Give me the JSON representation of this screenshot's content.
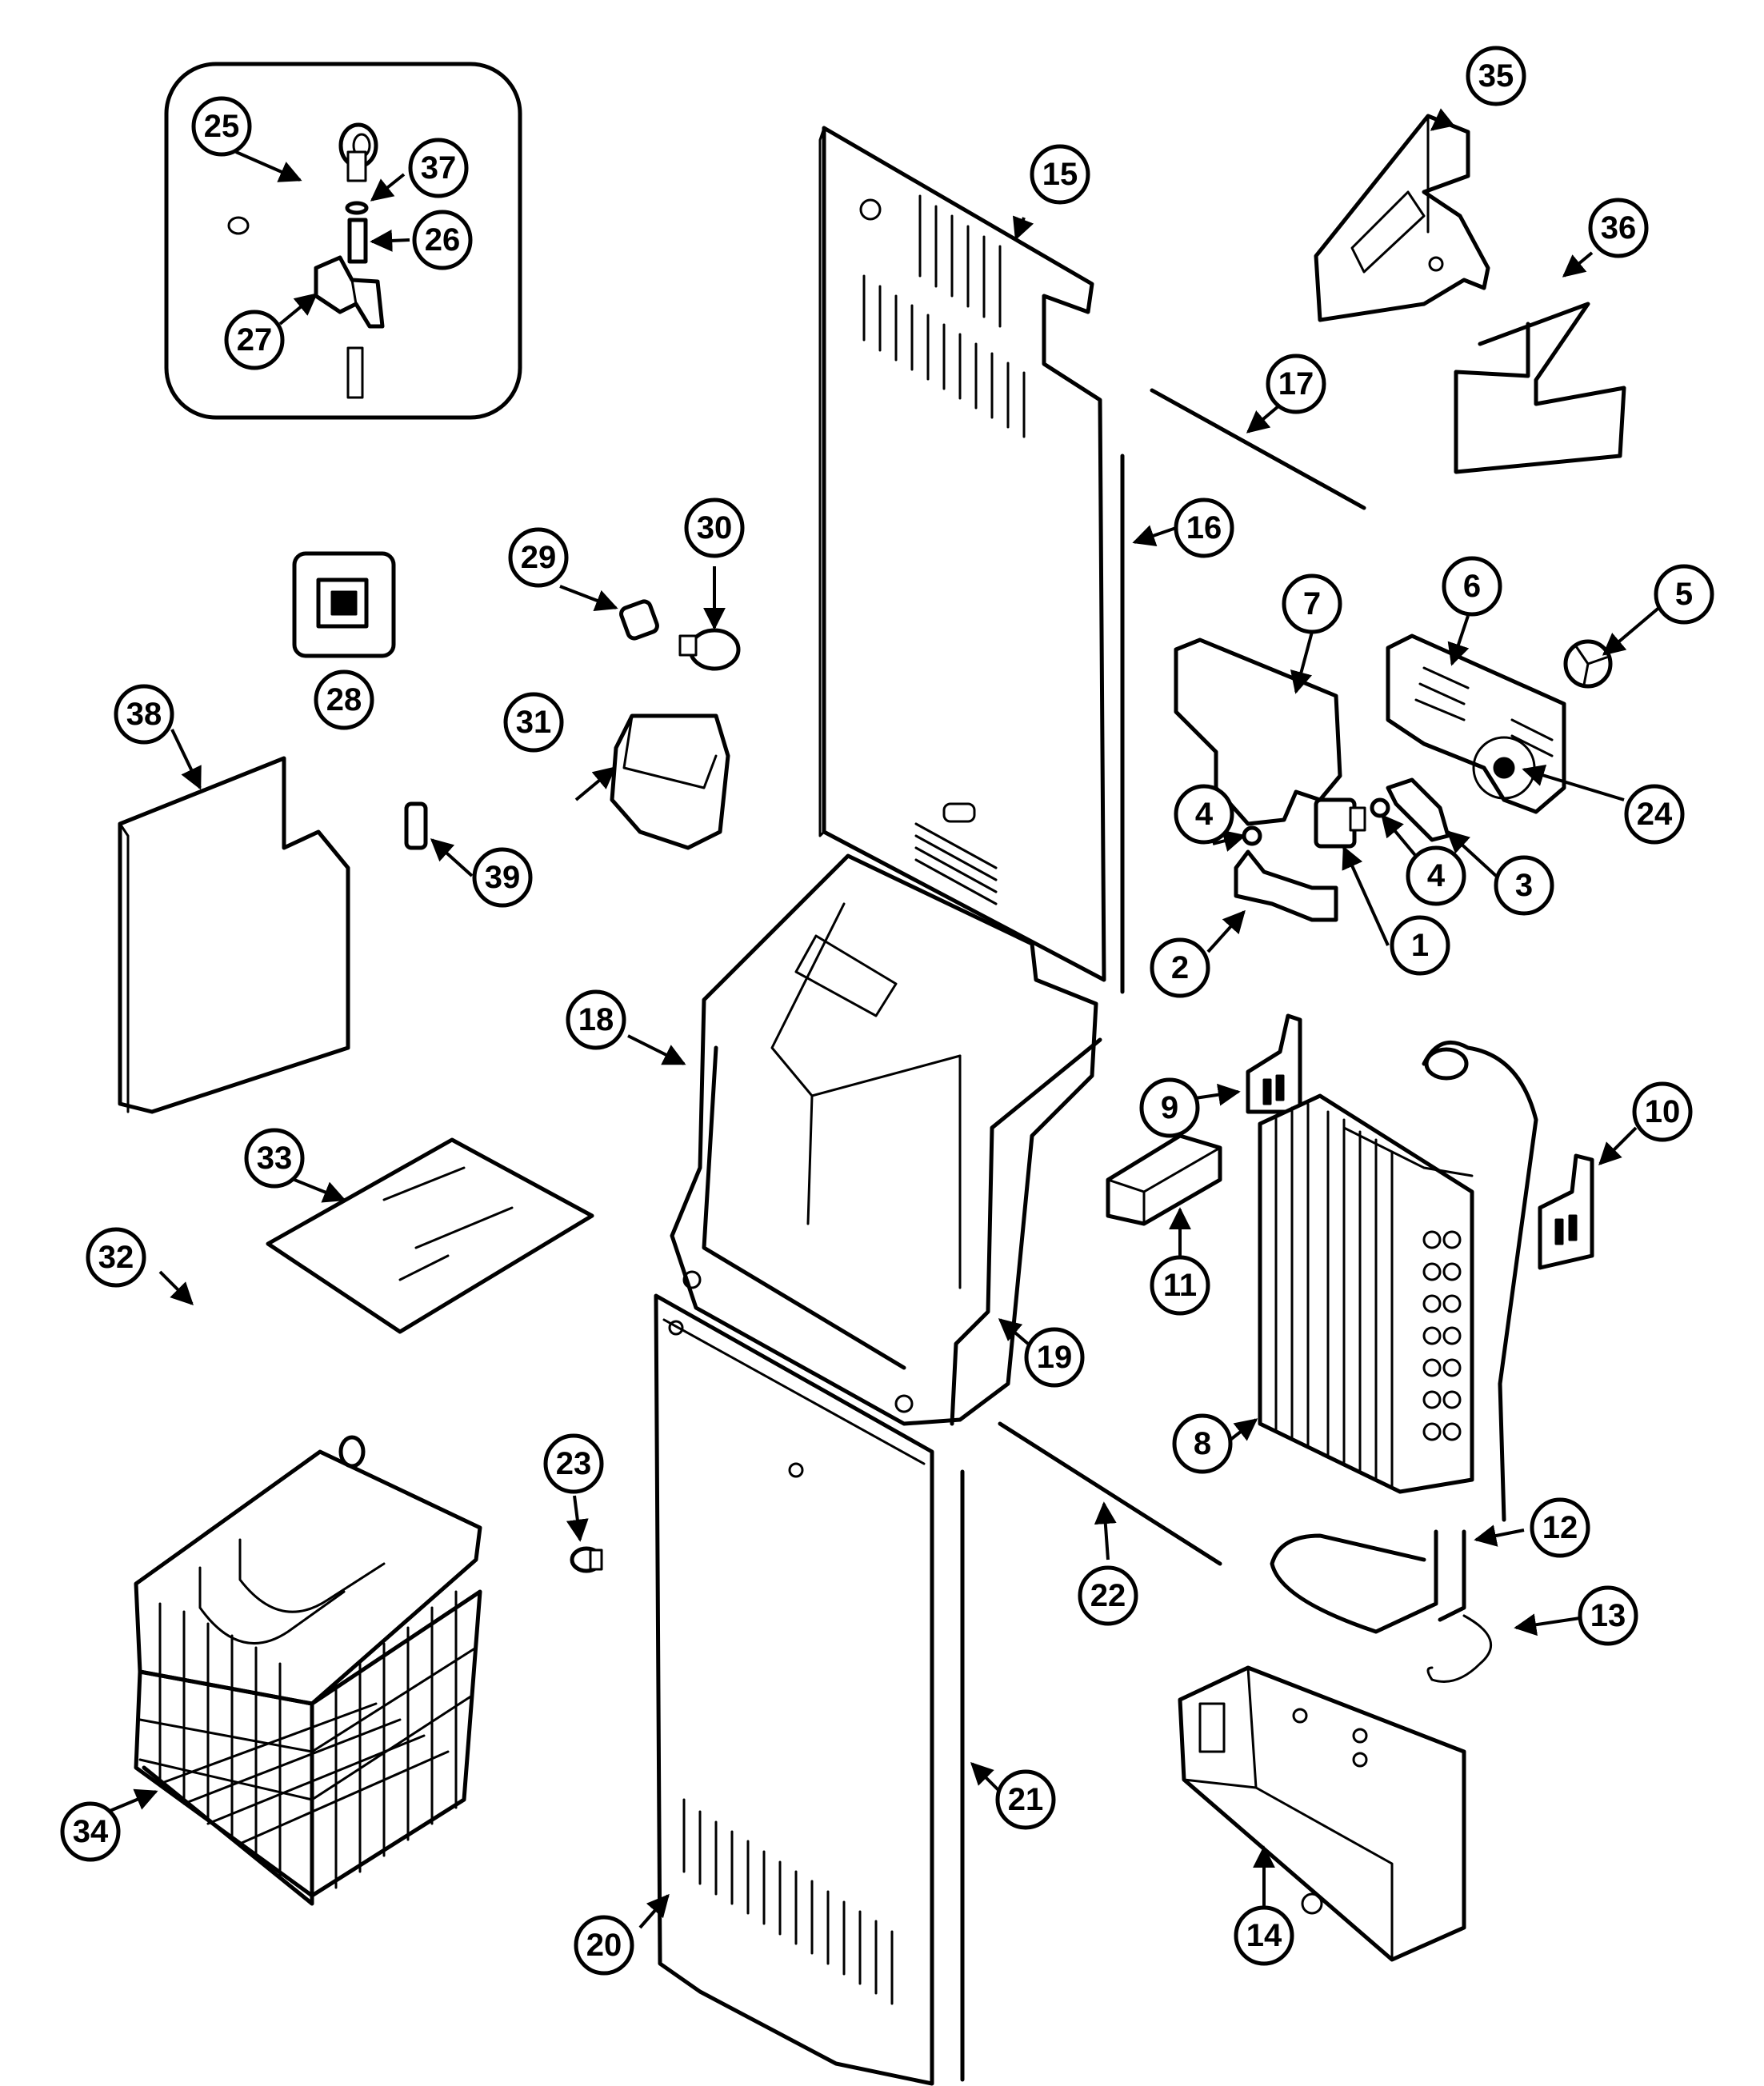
{
  "callouts": [
    {
      "id": "c1",
      "label": "1"
    },
    {
      "id": "c2",
      "label": "2"
    },
    {
      "id": "c3",
      "label": "3"
    },
    {
      "id": "c4a",
      "label": "4"
    },
    {
      "id": "c4b",
      "label": "4"
    },
    {
      "id": "c5",
      "label": "5"
    },
    {
      "id": "c6",
      "label": "6"
    },
    {
      "id": "c7",
      "label": "7"
    },
    {
      "id": "c8",
      "label": "8"
    },
    {
      "id": "c9",
      "label": "9"
    },
    {
      "id": "c10",
      "label": "10"
    },
    {
      "id": "c11",
      "label": "11"
    },
    {
      "id": "c12",
      "label": "12"
    },
    {
      "id": "c13",
      "label": "13"
    },
    {
      "id": "c14",
      "label": "14"
    },
    {
      "id": "c15",
      "label": "15"
    },
    {
      "id": "c16",
      "label": "16"
    },
    {
      "id": "c17",
      "label": "17"
    },
    {
      "id": "c18",
      "label": "18"
    },
    {
      "id": "c19",
      "label": "19"
    },
    {
      "id": "c20",
      "label": "20"
    },
    {
      "id": "c21",
      "label": "21"
    },
    {
      "id": "c22",
      "label": "22"
    },
    {
      "id": "c23",
      "label": "23"
    },
    {
      "id": "c24",
      "label": "24"
    },
    {
      "id": "c25",
      "label": "25"
    },
    {
      "id": "c26",
      "label": "26"
    },
    {
      "id": "c27",
      "label": "27"
    },
    {
      "id": "c28",
      "label": "28"
    },
    {
      "id": "c29",
      "label": "29"
    },
    {
      "id": "c30",
      "label": "30"
    },
    {
      "id": "c31",
      "label": "31"
    },
    {
      "id": "c32",
      "label": "32"
    },
    {
      "id": "c33",
      "label": "33"
    },
    {
      "id": "c34",
      "label": "34"
    },
    {
      "id": "c35",
      "label": "35"
    },
    {
      "id": "c36",
      "label": "36"
    },
    {
      "id": "c37",
      "label": "37"
    },
    {
      "id": "c38",
      "label": "38"
    },
    {
      "id": "c39",
      "label": "39"
    }
  ]
}
